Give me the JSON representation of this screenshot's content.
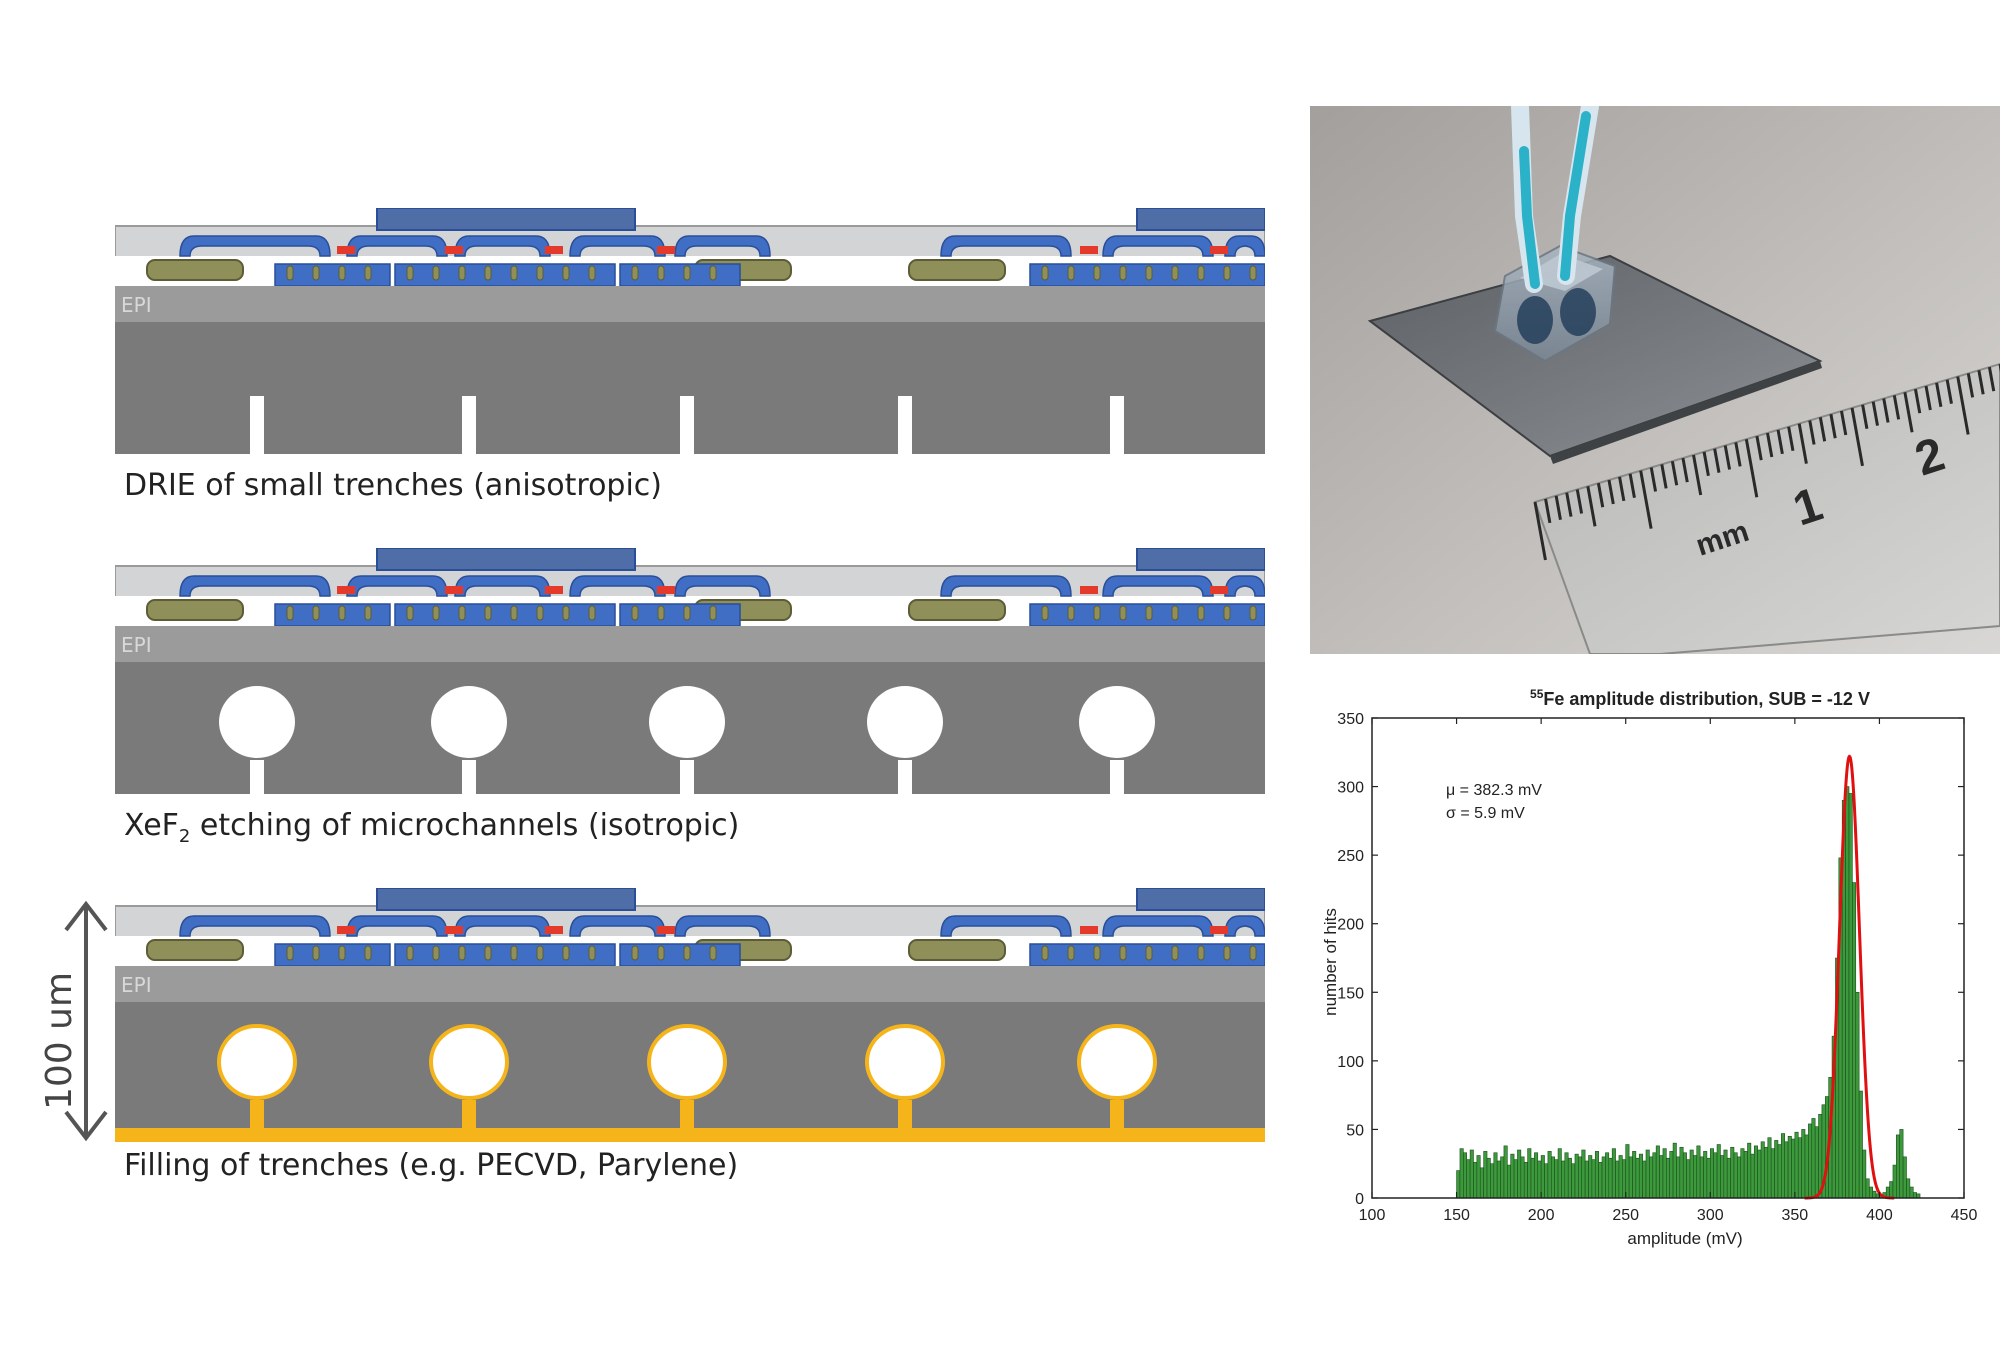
{
  "diagram": {
    "layer_label": "EPI",
    "captions": {
      "step1": "DRIE of small trenches (anisotropic)",
      "step2_prefix": "XeF",
      "step2_sub": "2",
      "step2_suffix": " etching of microchannels (isotropic)",
      "step3": "Filling of trenches (e.g. PECVD, Parylene)"
    },
    "scale_bar_label": "100 um",
    "colors": {
      "substrate": "#7a7a7a",
      "epi": "#9b9b9b",
      "oxide": "#d2d4d6",
      "metal": "#3f6ec4",
      "metal_dark": "#2a4f98",
      "top_metal": "#4f6ea8",
      "contact": "#e43a2c",
      "olive": "#8f8f5a",
      "fill": "#f5b51a"
    }
  },
  "photo": {
    "ruler_unit": "mm",
    "ruler_numbers": [
      "1",
      "2"
    ]
  },
  "chart_data": {
    "type": "bar",
    "title_sup": "55",
    "title_main": "Fe amplitude distribution, SUB = -12 V",
    "xlabel": "amplitude (mV)",
    "ylabel": "number of hits",
    "xlim": [
      100,
      450
    ],
    "ylim": [
      0,
      350
    ],
    "xticks": [
      100,
      150,
      200,
      250,
      300,
      350,
      400,
      450
    ],
    "yticks": [
      0,
      50,
      100,
      150,
      200,
      250,
      300,
      350
    ],
    "annotations": [
      "μ = 382.3 mV",
      "σ = 5.9 mV"
    ],
    "fit": {
      "type": "gaussian",
      "mean": 382.3,
      "sigma": 5.9,
      "amplitude": 322,
      "color": "#e01010"
    },
    "bar_color": "#3c9a3c",
    "bin_width": 2,
    "bins_x": [
      150,
      152,
      154,
      156,
      158,
      160,
      162,
      164,
      166,
      168,
      170,
      172,
      174,
      176,
      178,
      180,
      182,
      184,
      186,
      188,
      190,
      192,
      194,
      196,
      198,
      200,
      202,
      204,
      206,
      208,
      210,
      212,
      214,
      216,
      218,
      220,
      222,
      224,
      226,
      228,
      230,
      232,
      234,
      236,
      238,
      240,
      242,
      244,
      246,
      248,
      250,
      252,
      254,
      256,
      258,
      260,
      262,
      264,
      266,
      268,
      270,
      272,
      274,
      276,
      278,
      280,
      282,
      284,
      286,
      288,
      290,
      292,
      294,
      296,
      298,
      300,
      302,
      304,
      306,
      308,
      310,
      312,
      314,
      316,
      318,
      320,
      322,
      324,
      326,
      328,
      330,
      332,
      334,
      336,
      338,
      340,
      342,
      344,
      346,
      348,
      350,
      352,
      354,
      356,
      358,
      360,
      362,
      364,
      366,
      368,
      370,
      372,
      374,
      376,
      378,
      380,
      382,
      384,
      386,
      388,
      390,
      392,
      394,
      396,
      398,
      400,
      402,
      404,
      406,
      408,
      410,
      412,
      414,
      416,
      418,
      420,
      422
    ],
    "bins_y": [
      20,
      36,
      33,
      28,
      35,
      26,
      31,
      22,
      34,
      29,
      25,
      33,
      27,
      30,
      38,
      24,
      32,
      28,
      35,
      30,
      26,
      36,
      29,
      33,
      27,
      31,
      25,
      34,
      30,
      28,
      36,
      27,
      33,
      29,
      25,
      32,
      30,
      35,
      27,
      31,
      28,
      34,
      26,
      30,
      33,
      29,
      36,
      27,
      31,
      28,
      39,
      30,
      34,
      29,
      32,
      27,
      35,
      30,
      33,
      38,
      31,
      36,
      29,
      34,
      40,
      30,
      37,
      33,
      28,
      35,
      31,
      38,
      30,
      34,
      29,
      36,
      33,
      39,
      31,
      35,
      29,
      37,
      33,
      30,
      36,
      34,
      40,
      32,
      38,
      35,
      41,
      37,
      44,
      36,
      42,
      39,
      47,
      41,
      45,
      43,
      48,
      44,
      50,
      46,
      54,
      58,
      52,
      61,
      68,
      74,
      88,
      118,
      175,
      248,
      290,
      300,
      295,
      230,
      150,
      78,
      35,
      14,
      8,
      5,
      3,
      2,
      4,
      8,
      12,
      24,
      46,
      50,
      30,
      14,
      8,
      4,
      3
    ]
  }
}
